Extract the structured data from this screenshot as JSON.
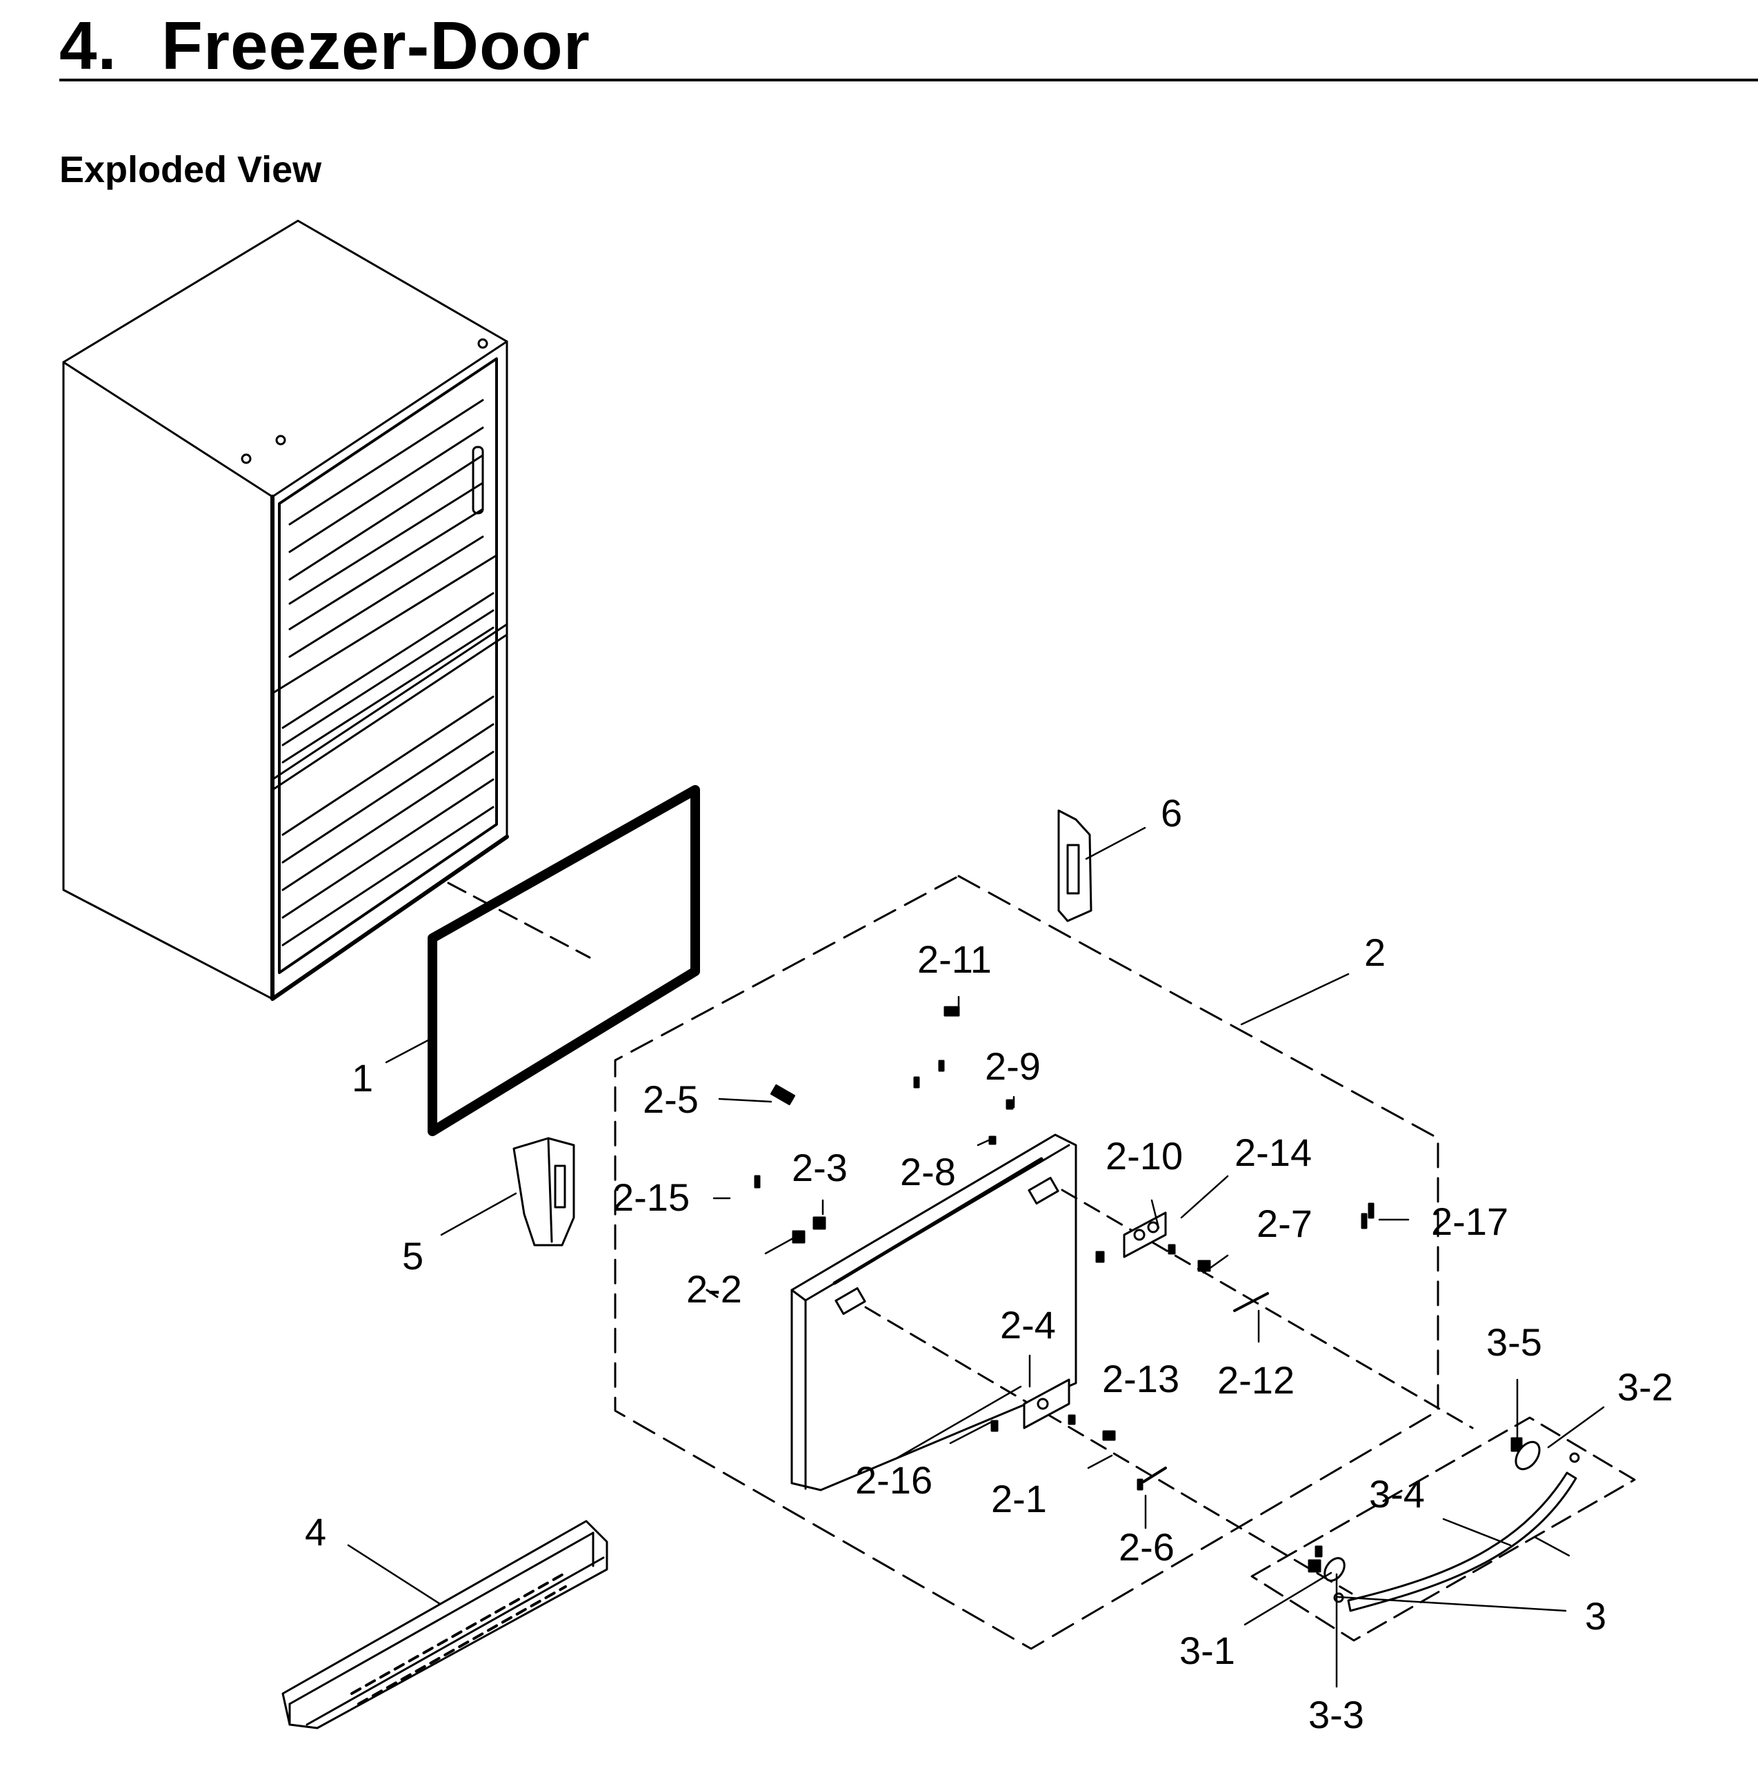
{
  "header": {
    "section_number": "4.",
    "section_title": "Freezer-Door",
    "subtitle": "Exploded View"
  },
  "labels": {
    "l1": "1",
    "l2": "2",
    "l3": "3",
    "l4": "4",
    "l5": "5",
    "l6": "6",
    "l2_1": "2-1",
    "l2_2": "2-2",
    "l2_3": "2-3",
    "l2_4": "2-4",
    "l2_5": "2-5",
    "l2_6": "2-6",
    "l2_7": "2-7",
    "l2_8": "2-8",
    "l2_9": "2-9",
    "l2_10": "2-10",
    "l2_11": "2-11",
    "l2_12": "2-12",
    "l2_13": "2-13",
    "l2_14": "2-14",
    "l2_15": "2-15",
    "l2_16": "2-16",
    "l2_17": "2-17",
    "l3_1": "3-1",
    "l3_2": "3-2",
    "l3_3": "3-3",
    "l3_4": "3-4",
    "l3_5": "3-5"
  }
}
